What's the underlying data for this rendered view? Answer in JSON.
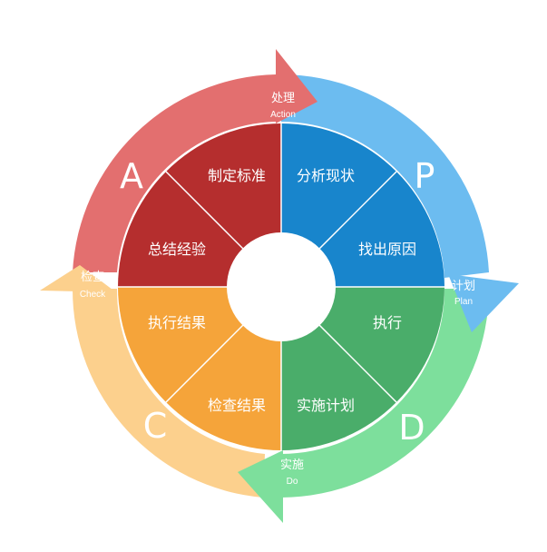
{
  "colors": {
    "plan_ring": "#6cbcf0",
    "do_ring": "#7ddf9c",
    "check_ring": "#fcd08d",
    "action_ring": "#e36f6f",
    "plan_sector": "#1885cc",
    "do_sector": "#4aad6a",
    "check_sector": "#f5a43a",
    "action_sector": "#b52e2e"
  },
  "phases": {
    "plan": {
      "letter": "P",
      "cn": "计划",
      "en": "Plan"
    },
    "do": {
      "letter": "D",
      "cn": "实施",
      "en": "Do"
    },
    "check": {
      "letter": "C",
      "cn": "检查",
      "en": "Check"
    },
    "action": {
      "letter": "A",
      "cn": "处理",
      "en": "Action"
    }
  },
  "sectors": [
    "分析现状",
    "找出原因",
    "执行",
    "实施计划",
    "检查结果",
    "执行结果",
    "总结经验",
    "制定标准"
  ]
}
